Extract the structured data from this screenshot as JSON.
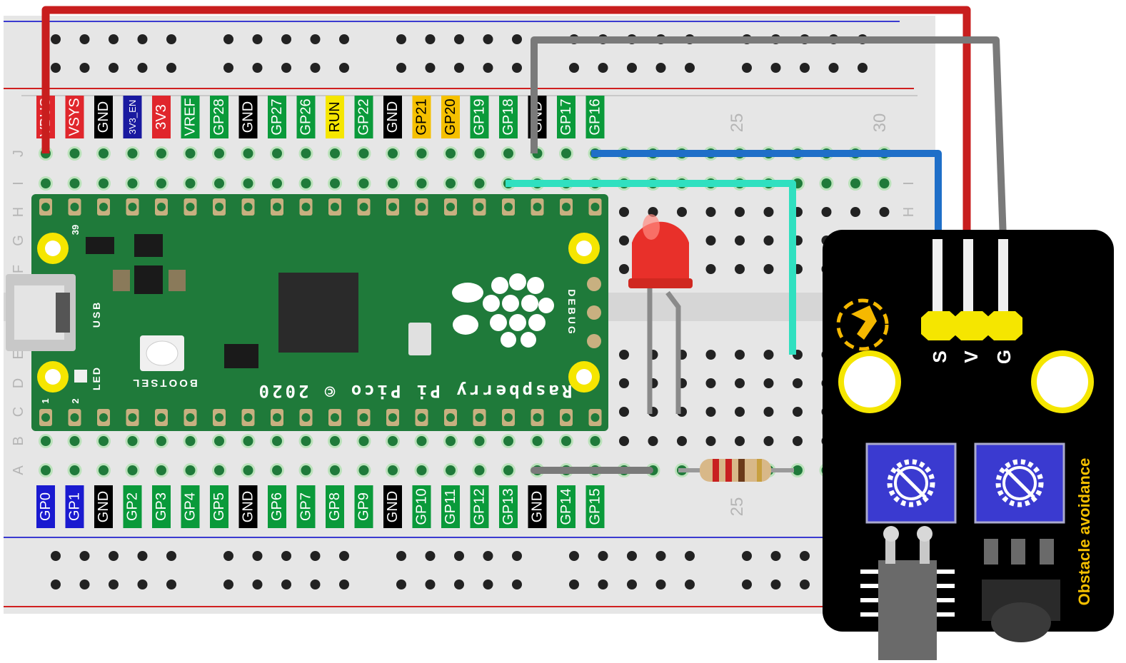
{
  "top_pin_labels": [
    {
      "text": "VBUS",
      "bg": "#e0262c",
      "fg": "#ffffff"
    },
    {
      "text": "VSYS",
      "bg": "#e0262c",
      "fg": "#ffffff"
    },
    {
      "text": "GND",
      "bg": "#000000",
      "fg": "#ffffff"
    },
    {
      "text": "3V3_EN",
      "bg": "#1a1aa0",
      "fg": "#ffffff"
    },
    {
      "text": "3V3",
      "bg": "#e0262c",
      "fg": "#ffffff"
    },
    {
      "text": "VREF",
      "bg": "#0a9a3a",
      "fg": "#ffffff"
    },
    {
      "text": "GP28",
      "bg": "#0a9a3a",
      "fg": "#ffffff"
    },
    {
      "text": "GND",
      "bg": "#000000",
      "fg": "#ffffff"
    },
    {
      "text": "GP27",
      "bg": "#0a9a3a",
      "fg": "#ffffff"
    },
    {
      "text": "GP26",
      "bg": "#0a9a3a",
      "fg": "#ffffff"
    },
    {
      "text": "RUN",
      "bg": "#f5e600",
      "fg": "#000000"
    },
    {
      "text": "GP22",
      "bg": "#0a9a3a",
      "fg": "#ffffff"
    },
    {
      "text": "GND",
      "bg": "#000000",
      "fg": "#ffffff"
    },
    {
      "text": "GP21",
      "bg": "#f5c000",
      "fg": "#000000"
    },
    {
      "text": "GP20",
      "bg": "#f5c000",
      "fg": "#000000"
    },
    {
      "text": "GP19",
      "bg": "#0a9a3a",
      "fg": "#ffffff"
    },
    {
      "text": "GP18",
      "bg": "#0a9a3a",
      "fg": "#ffffff"
    },
    {
      "text": "GND",
      "bg": "#000000",
      "fg": "#ffffff"
    },
    {
      "text": "GP17",
      "bg": "#0a9a3a",
      "fg": "#ffffff"
    },
    {
      "text": "GP16",
      "bg": "#0a9a3a",
      "fg": "#ffffff"
    }
  ],
  "bottom_pin_labels": [
    {
      "text": "GP0",
      "bg": "#1a1ad0",
      "fg": "#ffffff"
    },
    {
      "text": "GP1",
      "bg": "#1a1ad0",
      "fg": "#ffffff"
    },
    {
      "text": "GND",
      "bg": "#000000",
      "fg": "#ffffff"
    },
    {
      "text": "GP2",
      "bg": "#0a9a3a",
      "fg": "#ffffff"
    },
    {
      "text": "GP3",
      "bg": "#0a9a3a",
      "fg": "#ffffff"
    },
    {
      "text": "GP4",
      "bg": "#0a9a3a",
      "fg": "#ffffff"
    },
    {
      "text": "GP5",
      "bg": "#0a9a3a",
      "fg": "#ffffff"
    },
    {
      "text": "GND",
      "bg": "#000000",
      "fg": "#ffffff"
    },
    {
      "text": "GP6",
      "bg": "#0a9a3a",
      "fg": "#ffffff"
    },
    {
      "text": "GP7",
      "bg": "#0a9a3a",
      "fg": "#ffffff"
    },
    {
      "text": "GP8",
      "bg": "#0a9a3a",
      "fg": "#ffffff"
    },
    {
      "text": "GP9",
      "bg": "#0a9a3a",
      "fg": "#ffffff"
    },
    {
      "text": "GND",
      "bg": "#000000",
      "fg": "#ffffff"
    },
    {
      "text": "GP10",
      "bg": "#0a9a3a",
      "fg": "#ffffff"
    },
    {
      "text": "GP11",
      "bg": "#0a9a3a",
      "fg": "#ffffff"
    },
    {
      "text": "GP12",
      "bg": "#0a9a3a",
      "fg": "#ffffff"
    },
    {
      "text": "GP13",
      "bg": "#0a9a3a",
      "fg": "#ffffff"
    },
    {
      "text": "GND",
      "bg": "#000000",
      "fg": "#ffffff"
    },
    {
      "text": "GP14",
      "bg": "#0a9a3a",
      "fg": "#ffffff"
    },
    {
      "text": "GP15",
      "bg": "#0a9a3a",
      "fg": "#ffffff"
    }
  ],
  "row_letters_left": [
    "J",
    "I",
    "H",
    "G",
    "F",
    "E",
    "D",
    "C",
    "B",
    "A"
  ],
  "row_letters_right": [
    "I",
    "H"
  ],
  "column_numbers_top": [
    "25",
    "30"
  ],
  "column_numbers_bottom": [
    "25"
  ],
  "pico": {
    "brand_text": "Raspberry Pi Pico © 2020",
    "bootsel": "BOOTSEL",
    "usb": "USB",
    "debug": "DEBUG",
    "led": "LED",
    "pin_39": "39",
    "pin_1": "1",
    "pin_2": "2"
  },
  "sensor": {
    "title": "Obstacle avoidance",
    "pin_labels": [
      "S",
      "V",
      "G"
    ]
  },
  "colors": {
    "breadboard": "#e6e6e6",
    "pcb_green": "#1f7a3a",
    "wire_red": "#c81e1e",
    "wire_gray": "#7a7a7a",
    "wire_blue": "#1f6fc8",
    "wire_cyan": "#30e0c0",
    "led_red": "#e8302a",
    "sensor_body": "#000000",
    "sensor_accent": "#f5e600",
    "pot_blue": "#3a3ad0"
  }
}
